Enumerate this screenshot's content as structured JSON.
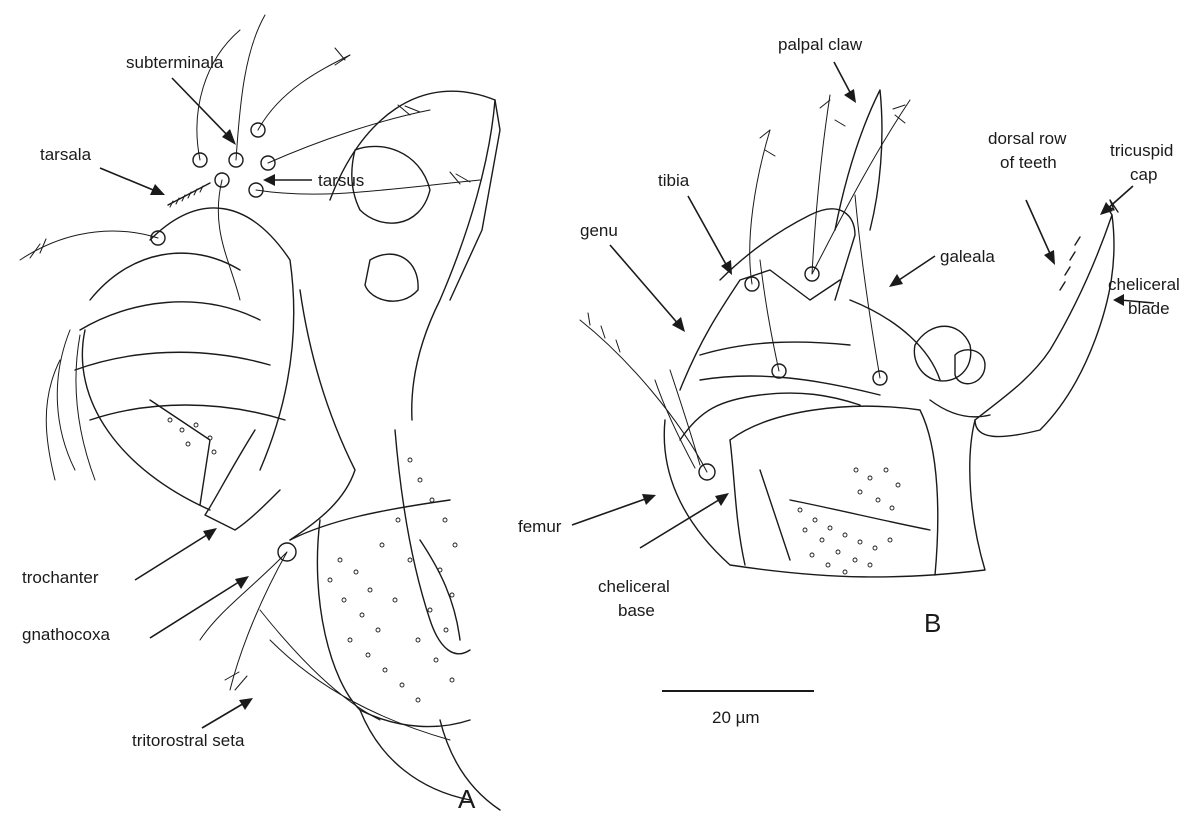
{
  "panels": {
    "a": {
      "letter": "A"
    },
    "b": {
      "letter": "B"
    }
  },
  "labels": {
    "subterminala": "subterminala",
    "tarsala": "tarsala",
    "tarsus": "tarsus",
    "trochanter": "trochanter",
    "gnathocoxa": "gnathocoxa",
    "tritorostral_seta": "tritorostral seta",
    "palpal_claw": "palpal claw",
    "tibia": "tibia",
    "genu": "genu",
    "galeala": "galeala",
    "dorsal_row_1": "dorsal row",
    "dorsal_row_2": "of teeth",
    "tricuspid_1": "tricuspid",
    "tricuspid_2": "cap",
    "cheliceral_blade_1": "cheliceral",
    "cheliceral_blade_2": "blade",
    "femur": "femur",
    "cheliceral_base_1": "cheliceral",
    "cheliceral_base_2": "base"
  },
  "scale_bar": {
    "label": "20 µm"
  },
  "colors": {
    "ink": "#1a1a1a",
    "background": "#ffffff"
  }
}
